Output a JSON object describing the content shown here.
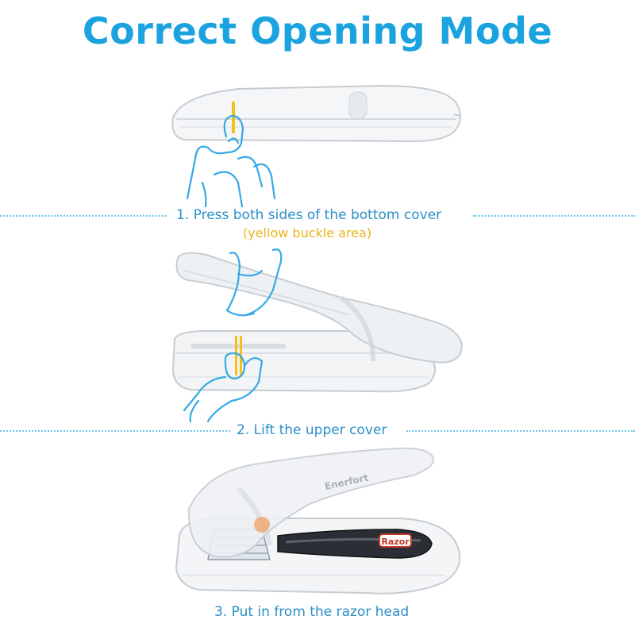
{
  "title": "Correct Opening Mode",
  "steps": [
    {
      "label": "1. Press both sides of the bottom cover",
      "note": "(yellow buckle area)"
    },
    {
      "label": "2. Lift the upper cover"
    },
    {
      "label": "3. Put in from the razor head"
    }
  ],
  "product": {
    "brand_mark": "Enerfort",
    "razor_label": "Razor"
  },
  "colors": {
    "title": "#1ba3e0",
    "step_text": "#2a8fc6",
    "note_text": "#e8b51c",
    "hand_outline": "#34a9e4",
    "buckle": "#f2c21b"
  }
}
